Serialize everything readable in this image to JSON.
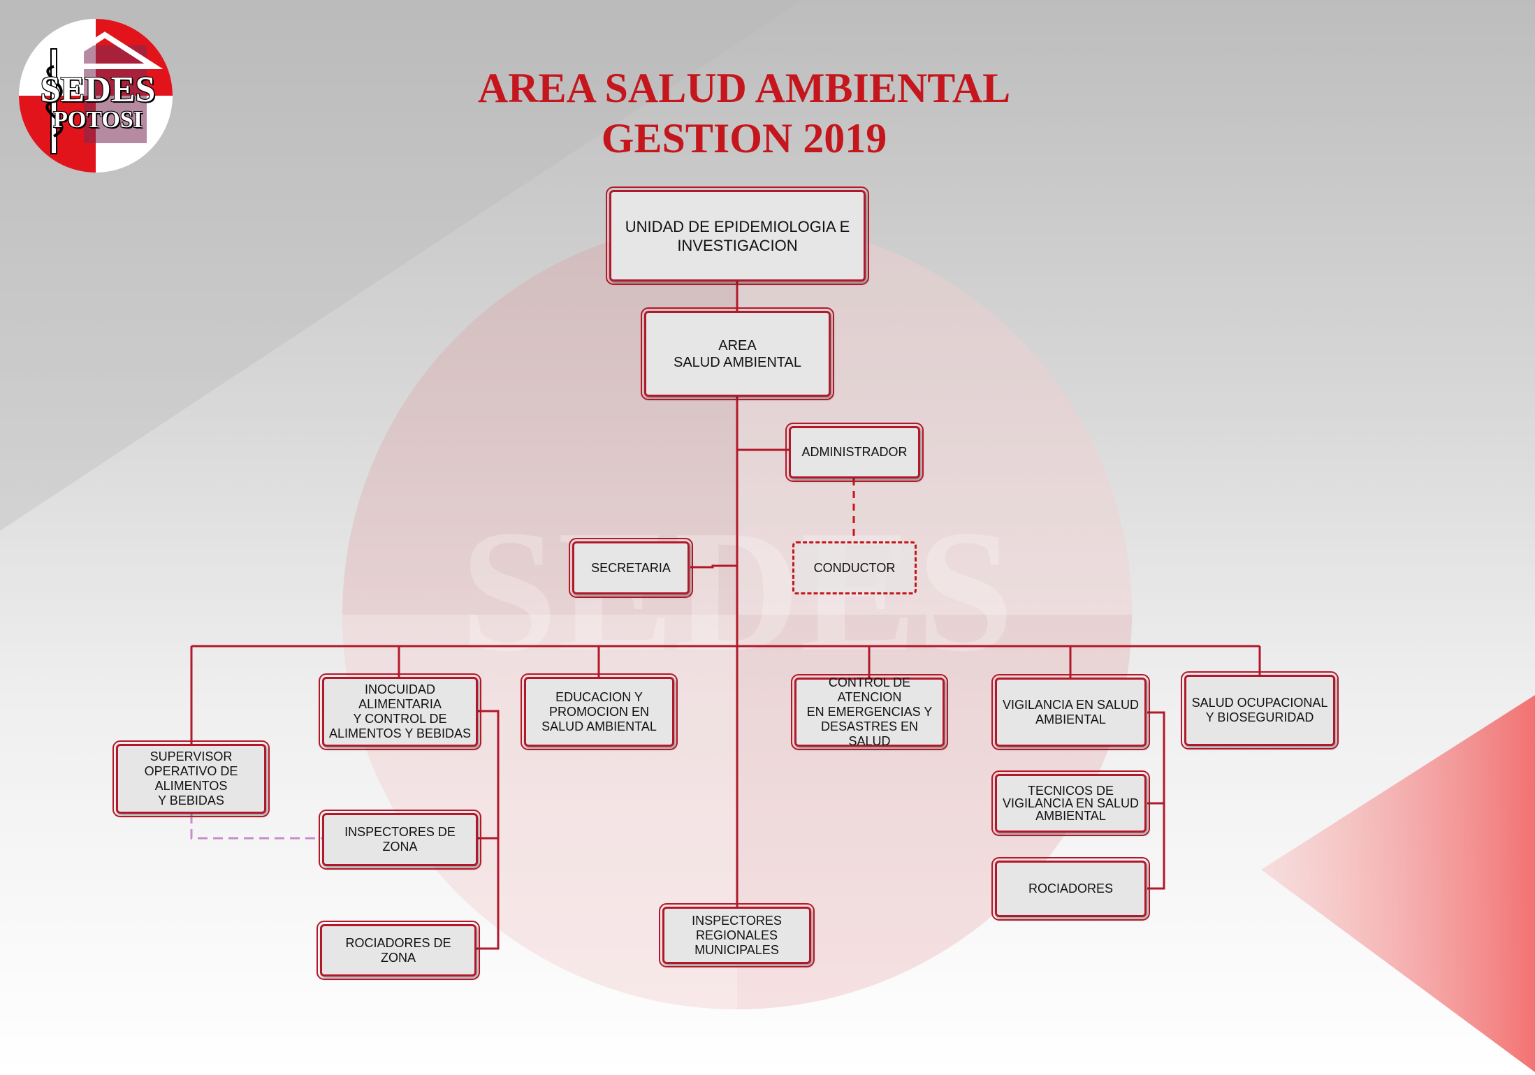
{
  "header": {
    "title_line1": "AREA SALUD AMBIENTAL",
    "title_line2": "GESTION 2019"
  },
  "logo": {
    "line1": "SEDES",
    "line2": "POTOSI"
  },
  "colors": {
    "accent": "#c4161c",
    "box_fill": "#e6e6e6",
    "dashed_line": "#c98bd0"
  },
  "nodes": {
    "epidemiologia": "UNIDAD DE EPIDEMIOLOGIA E\nINVESTIGACION",
    "area": "AREA\nSALUD AMBIENTAL",
    "administrador": "ADMINISTRADOR",
    "secretaria": "SECRETARIA",
    "conductor": "CONDUCTOR",
    "supervisor": "SUPERVISOR\nOPERATIVO DE\nALIMENTOS\nY BEBIDAS",
    "inocuidad": "INOCUIDAD\nALIMENTARIA\nY CONTROL DE\nALIMENTOS Y BEBIDAS",
    "inspectores_zona": "INSPECTORES DE ZONA",
    "rociadores_zona": "ROCIADORES DE ZONA",
    "educacion": "EDUCACION Y\nPROMOCION EN\nSALUD AMBIENTAL",
    "inspectores_regionales": "INSPECTORES\nREGIONALES\nMUNICIPALES",
    "control": "CONTROL DE\nATENCION\nEN EMERGENCIAS Y\nDESASTRES EN SALUD",
    "vigilancia": "VIGILANCIA EN SALUD\nAMBIENTAL",
    "tecnicos": "TECNICOS DE\nVIGILANCIA EN SALUD\nAMBIENTAL",
    "rociadores": "ROCIADORES",
    "salud_ocupacional": "SALUD OCUPACIONAL\nY BIOSEGURIDAD"
  }
}
